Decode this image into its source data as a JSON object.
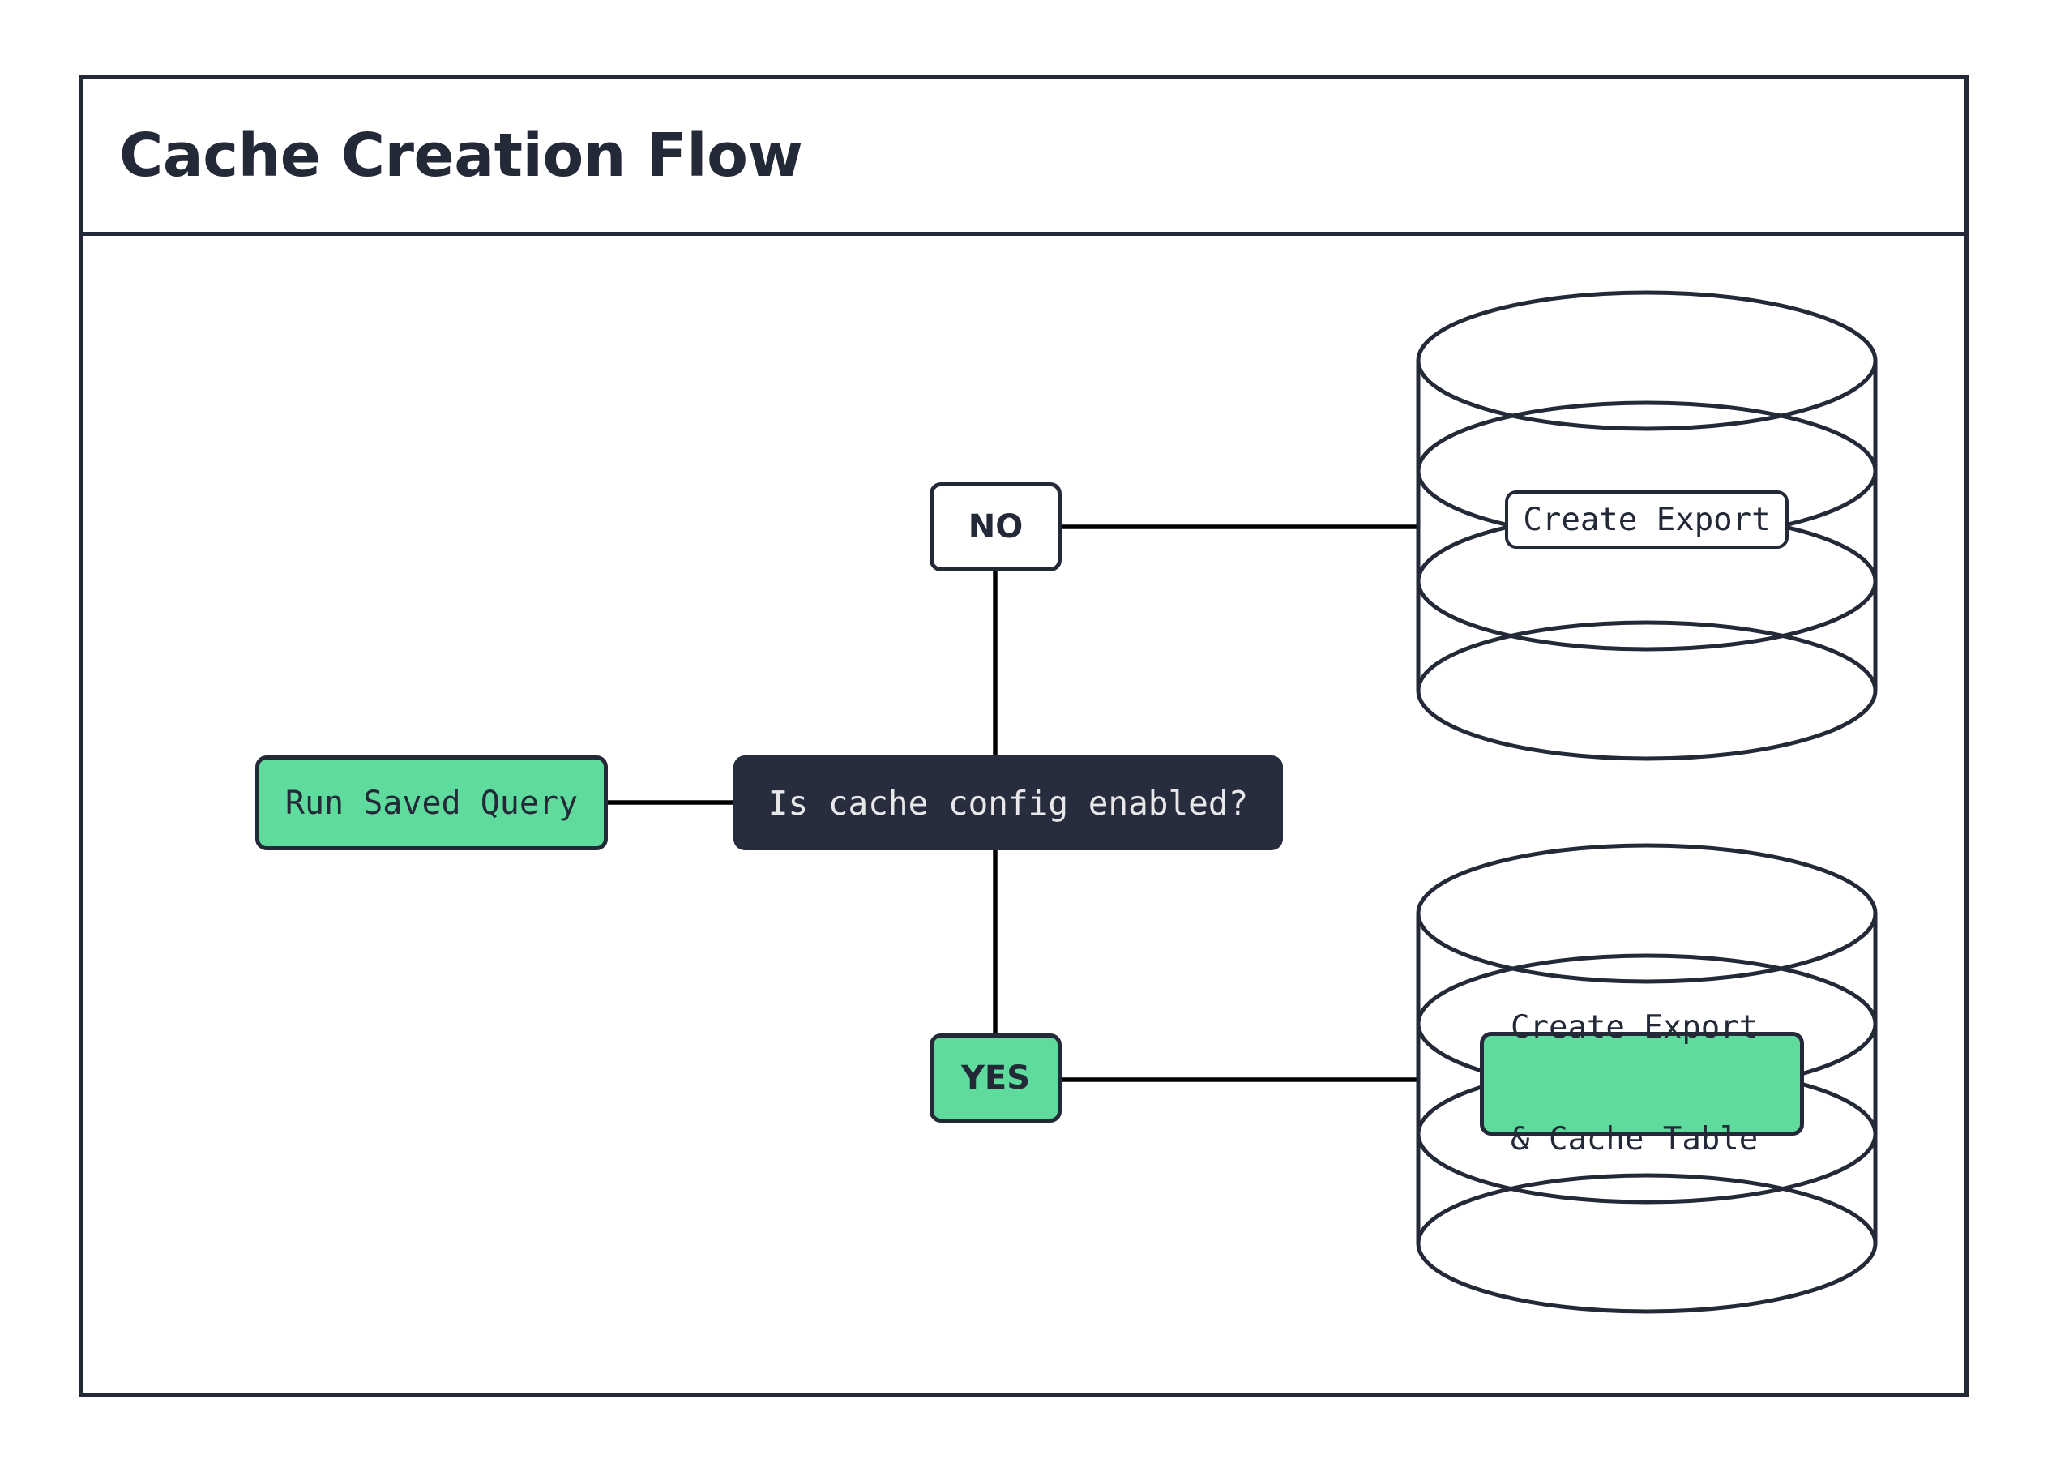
{
  "diagram": {
    "title": "Cache Creation Flow",
    "type": "flowchart",
    "colors": {
      "ink": "#242938",
      "dark_node_bg": "#282D3D",
      "dark_node_text": "#E8E8EA",
      "green_node_bg": "#5FDC9D",
      "white_node_bg": "#FFFFFF",
      "edge": "#000000",
      "canvas_bg": "#FFFFFF"
    },
    "nodes": [
      {
        "id": "run-saved-query",
        "label": "Run Saved Query",
        "shape": "rounded-rect",
        "style": "green"
      },
      {
        "id": "decision",
        "label": "Is cache config enabled?",
        "shape": "rounded-rect",
        "style": "dark"
      },
      {
        "id": "no",
        "label": "NO",
        "shape": "rounded-rect",
        "style": "white"
      },
      {
        "id": "yes",
        "label": "YES",
        "shape": "rounded-rect",
        "style": "green"
      },
      {
        "id": "db-export",
        "label": "Create Export",
        "shape": "database-cylinder",
        "style": "white"
      },
      {
        "id": "db-export-cache",
        "label_line1": "Create Export",
        "label_line2": "& Cache Table",
        "shape": "database-cylinder",
        "style": "green"
      }
    ],
    "edges": [
      {
        "from": "run-saved-query",
        "to": "decision",
        "label": ""
      },
      {
        "from": "decision",
        "to": "no",
        "label": ""
      },
      {
        "from": "no",
        "to": "db-export",
        "label": ""
      },
      {
        "from": "decision",
        "to": "yes",
        "label": ""
      },
      {
        "from": "yes",
        "to": "db-export-cache",
        "label": ""
      }
    ]
  }
}
